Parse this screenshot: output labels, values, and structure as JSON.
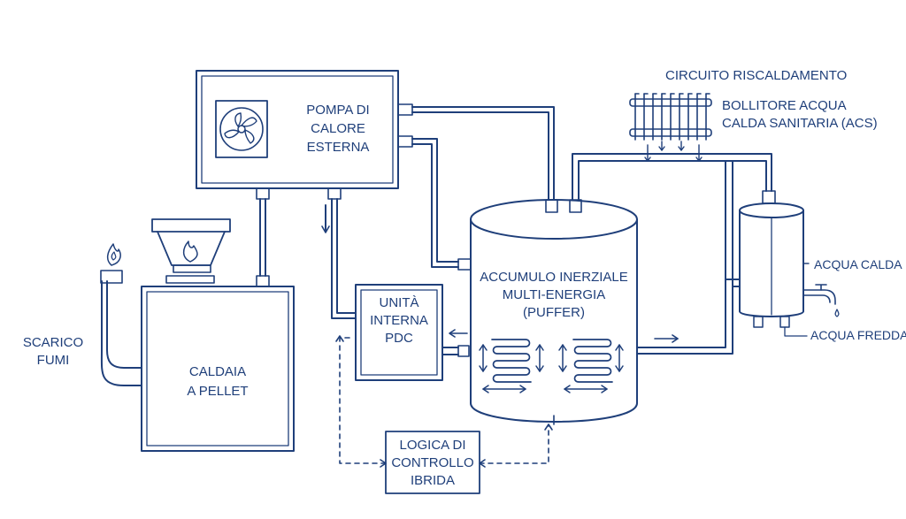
{
  "labels": {
    "heat_pump_outdoor": [
      "POMPA DI",
      "CALORE",
      "ESTERNA"
    ],
    "heating_circuit": "CIRCUITO RISCALDAMENTO",
    "dhw_boiler": [
      "BOLLITORE ACQUA",
      "CALDA SANITARIA (ACS)"
    ],
    "hot_water": "ACQUA CALDA",
    "cold_water": "ACQUA FREDDA",
    "buffer_tank": [
      "ACCUMULO INERZIALE",
      "MULTI-ENERGIA",
      "(PUFFER)"
    ],
    "indoor_unit": [
      "UNITÀ",
      "INTERNA",
      "PDC"
    ],
    "flue_exhaust": [
      "SCARICO",
      "FUMI"
    ],
    "pellet_boiler": [
      "CALDAIA",
      "A PELLET"
    ],
    "hybrid_control": [
      "LOGICA DI",
      "CONTROLLO",
      "IBRIDA"
    ]
  },
  "colors": {
    "stroke": "#1f3f7a",
    "text": "#1f3f7a",
    "background": "#ffffff"
  },
  "icons": [
    "fan-icon",
    "flame-icon",
    "radiator-icon",
    "faucet-icon",
    "coil-icon"
  ]
}
